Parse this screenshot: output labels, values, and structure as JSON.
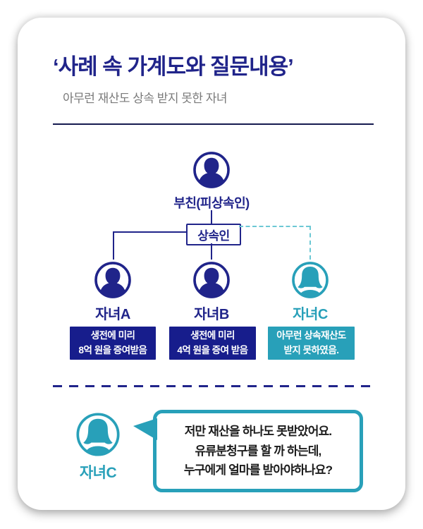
{
  "colors": {
    "navy": "#20248a",
    "navy_box": "#171d8c",
    "teal": "#28a0b9",
    "teal_dash": "#6cc8d4",
    "subtitle_gray": "#7a7a7a"
  },
  "header": {
    "title": "‘사례 속 가계도와 질문내용’",
    "subtitle": "아무런 재산도 상속 받지 못한 자녀"
  },
  "tree": {
    "father_label": "부친(피상속인)",
    "heir_box_label": "상속인",
    "children": [
      {
        "label": "자녀A",
        "note_lines": [
          "생전에 미리",
          "8억 원을 증여받음"
        ]
      },
      {
        "label": "자녀B",
        "note_lines": [
          "생전에 미리",
          "4억 원을 증여 받음"
        ]
      },
      {
        "label": "자녀C",
        "note_lines": [
          "아무런 상속재산도",
          "받지 못하였음."
        ]
      }
    ]
  },
  "question": {
    "speaker_label": "자녀C",
    "lines": [
      "저만 재산을 하나도 못받았어요.",
      "유류분청구를 할 까 하는데,",
      "누구에게 얼마를 받아야하나요?"
    ]
  }
}
